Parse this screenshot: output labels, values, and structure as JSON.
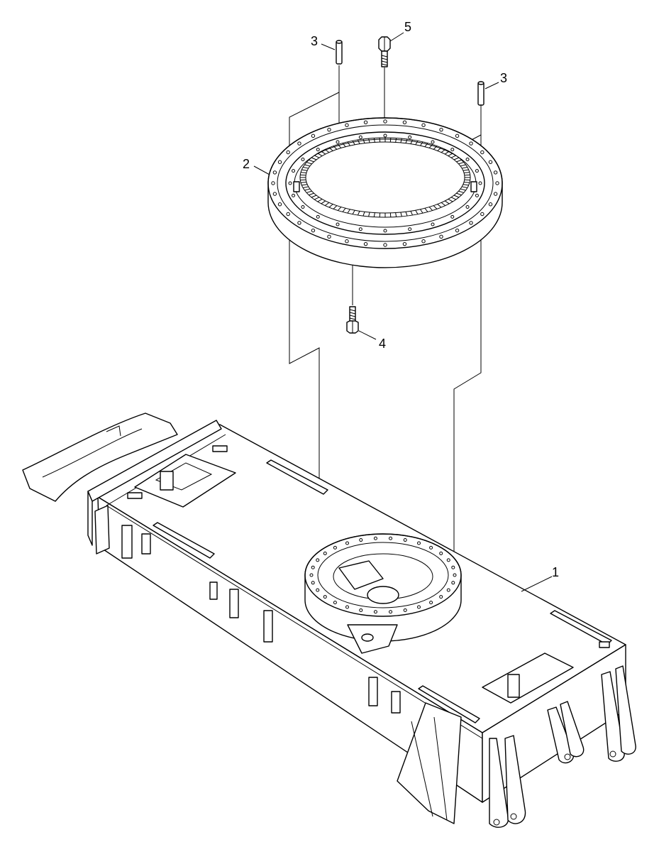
{
  "diagram": {
    "parts": [
      {
        "number": "1",
        "name": "upper-frame"
      },
      {
        "number": "2",
        "name": "swing-bearing-ring"
      },
      {
        "number": "3",
        "name": "dowel-pin"
      },
      {
        "number": "4",
        "name": "hex-bolt"
      },
      {
        "number": "5",
        "name": "hex-bolt"
      }
    ],
    "callouts": {
      "part1": "1",
      "part2": "2",
      "part3_left": "3",
      "part3_right": "3",
      "part4": "4",
      "part5": "5"
    },
    "line_color": "#000000",
    "background_color": "#ffffff"
  }
}
